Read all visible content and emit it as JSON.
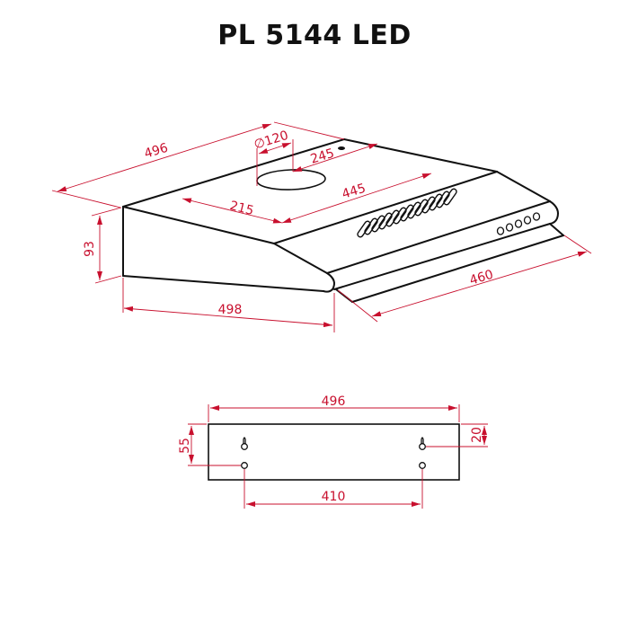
{
  "title": "PL 5144 LED",
  "colors": {
    "dimension": "#c8102e",
    "outline": "#111111",
    "background": "#ffffff"
  },
  "iso_view": {
    "dimensions": {
      "total_depth": "496",
      "duct_diameter": "∅120",
      "duct_offset_side": "245",
      "duct_offset_front": "215",
      "inner_depth": "445",
      "height": "93",
      "width": "498",
      "filter_width": "460"
    },
    "features": {
      "vent_slots": 13,
      "control_buttons": 5
    }
  },
  "mounting_view": {
    "dimensions": {
      "plate_width": "496",
      "plate_height": "55",
      "keyhole_offset": "20",
      "hole_spacing": "410"
    }
  }
}
